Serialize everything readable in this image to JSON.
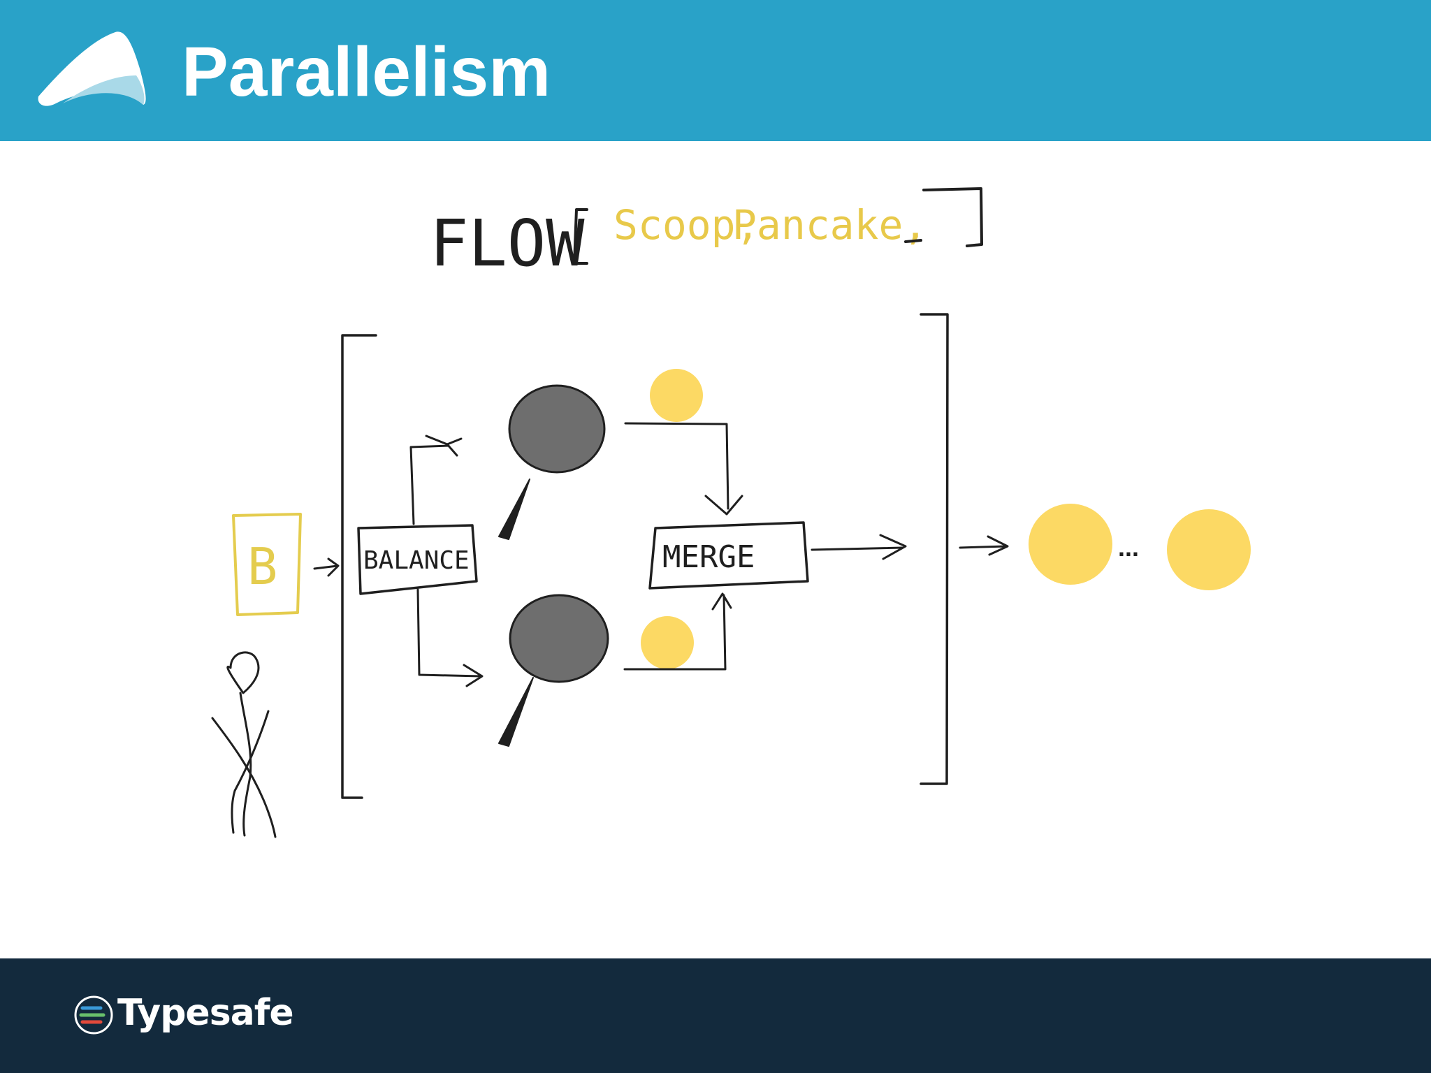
{
  "header": {
    "title": "Parallelism",
    "logo_icon": "akka-mountain-logo-icon"
  },
  "diagram": {
    "flow_word": "FLOW",
    "type_params": {
      "in": "Scoop,",
      "out": "Pancake,",
      "mat": "_"
    },
    "input_label": "B",
    "balance_label": "BALANCE",
    "merge_label": "MERGE",
    "ellipsis": "...",
    "colors": {
      "yellow": "#fcd964",
      "pan": "#6e6e6e",
      "ink": "#1f1f1f",
      "header": "#29a2c8",
      "footer": "#132a3d"
    }
  },
  "footer": {
    "brand": "Typesafe",
    "logo_icon": "typesafe-logo-icon"
  }
}
